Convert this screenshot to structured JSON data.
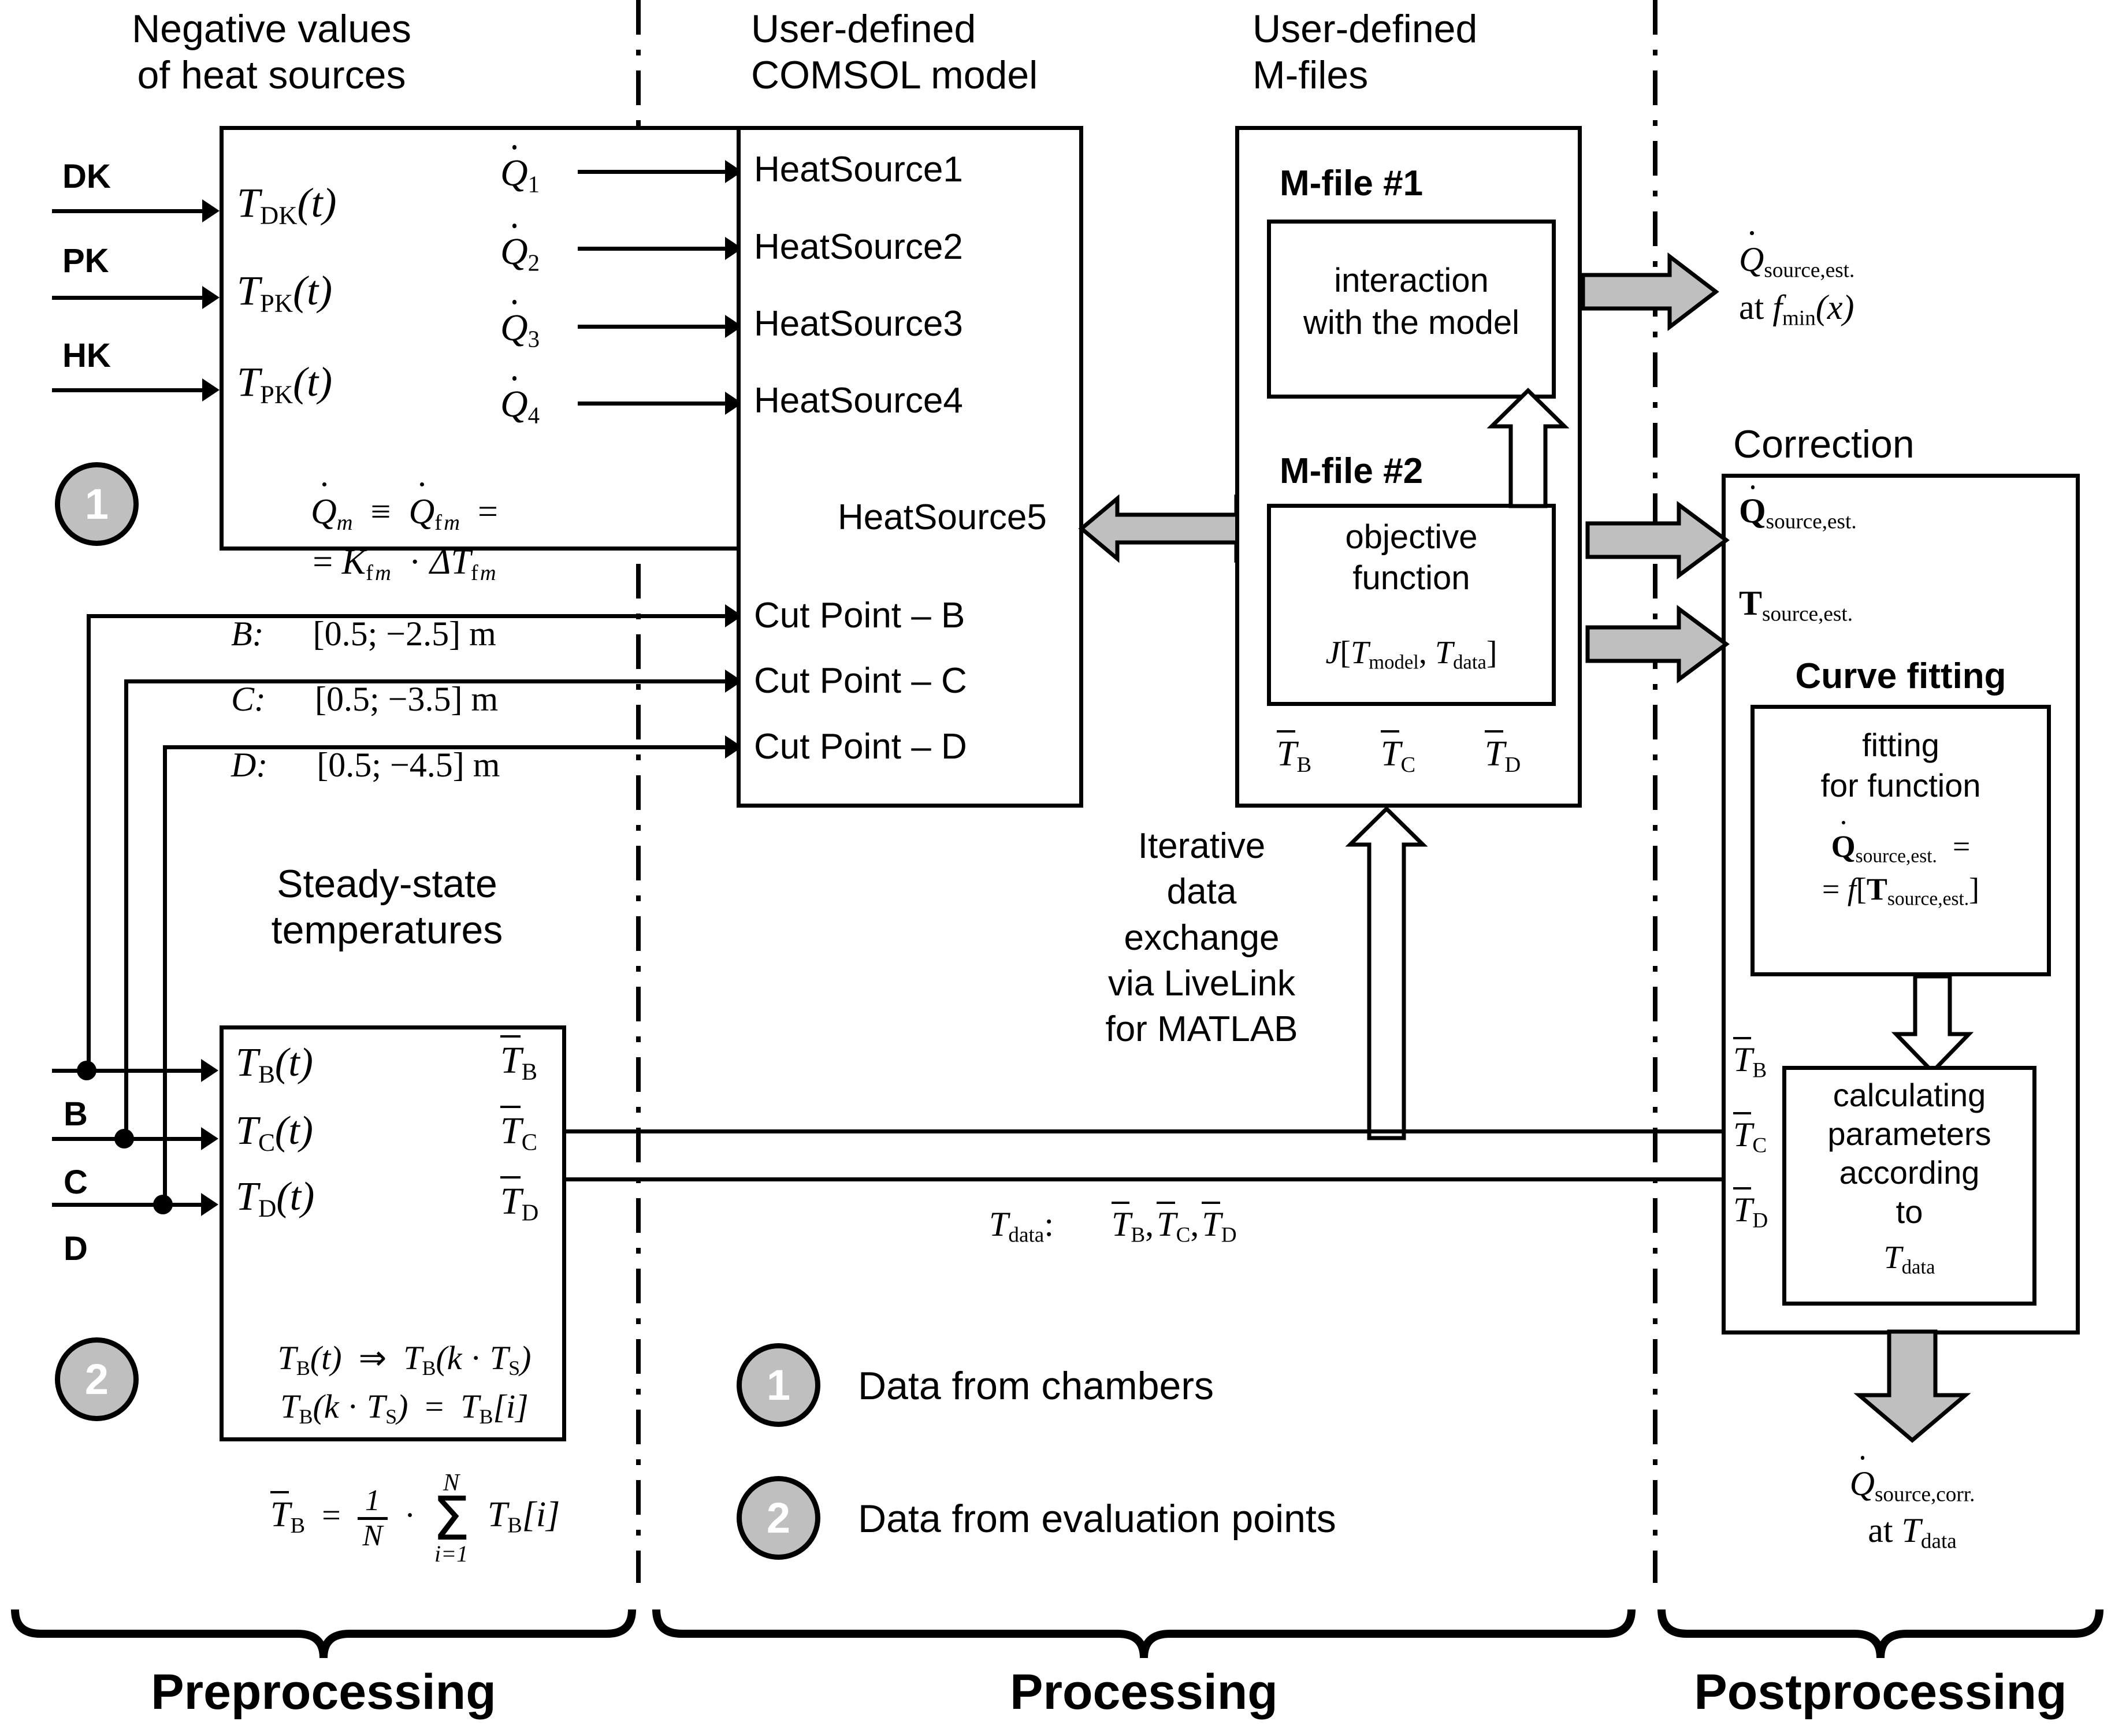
{
  "columns": {
    "preprocessing": "Preprocessing",
    "processing": "Processing",
    "postprocessing": "Postprocessing"
  },
  "preprocessing": {
    "heat_box_title_line1": "Negative values",
    "heat_box_title_line2": "of heat sources",
    "inputs": [
      "DK",
      "PK",
      "HK"
    ],
    "input_signals": [
      "T_DK(t)",
      "T_PK(t)",
      "T_PK(t)"
    ],
    "outputs": [
      "Q̇1",
      "Q̇2",
      "Q̇3",
      "Q̇4"
    ],
    "formula_line1": "Q̇m ≡ Q̇f_m =",
    "formula_line2": "= Kf_m · ΔTf_m",
    "cut_coords": [
      {
        "label": "B:",
        "value": "[0.5; −2.5] m"
      },
      {
        "label": "C:",
        "value": "[0.5; −3.5] m"
      },
      {
        "label": "D:",
        "value": "[0.5; −4.5] m"
      }
    ],
    "temp_box_title_line1": "Steady-state",
    "temp_box_title_line2": "temperatures",
    "temp_inputs": [
      "B",
      "C",
      "D"
    ],
    "temp_signals": [
      "T_B(t)",
      "T_C(t)",
      "T_D(t)"
    ],
    "temp_outputs": [
      "T̄B",
      "T̄C",
      "T̄D"
    ],
    "marker1": "1",
    "marker2": "2",
    "formula2_line1": "T_B(t) ⇒ T_B(k · T_S)",
    "formula2_line2": "T_B(k · T_S) = T_B[i]",
    "formula2_line3": "T̄B = (1/N) · Σ_{i=1}^{N} T_B[i]",
    "sum_upper": "N",
    "sum_lower": "i=1",
    "frac_num": "1",
    "frac_den": "N"
  },
  "processing": {
    "comsol_title_line1": "User-defined",
    "comsol_title_line2": "COMSOL model",
    "heat_sources": [
      "HeatSource1",
      "HeatSource2",
      "HeatSource3",
      "HeatSource4"
    ],
    "heat_source5": "HeatSource5",
    "cut_points": [
      "Cut Point – B",
      "Cut Point – C",
      "Cut Point – D"
    ],
    "mfiles_title_line1": "User-defined",
    "mfiles_title_line2": "M-files",
    "mfile1_title": "M-file #1",
    "mfile1_body_line1": "interaction",
    "mfile1_body_line2": "with the model",
    "mfile2_title": "M-file #2",
    "mfile2_body_line1": "objective",
    "mfile2_body_line2": "function",
    "mfile2_formula": "J[T_model, T_data]",
    "mfile2_outputs": [
      "T̄B",
      "T̄C",
      "T̄D"
    ],
    "exchange_text": [
      "Iterative",
      "data",
      "exchange",
      "via LiveLink",
      "for MATLAB"
    ],
    "tdata_label": "T_data:",
    "tdata_value": "T̄B, T̄C, T̄D",
    "legend": [
      {
        "num": "1",
        "text": "Data from chambers"
      },
      {
        "num": "2",
        "text": "Data from evaluation points"
      }
    ]
  },
  "postprocessing": {
    "out_top_line1": "Q̇source,est.",
    "out_top_line2": "at fmin(x)",
    "correction_title": "Correction",
    "correction_in1": "Q̇source,est.",
    "correction_in2": "Tsource,est.",
    "curve_fitting_title": "Curve fitting",
    "fitting_line1": "fitting",
    "fitting_line2": "for function",
    "fitting_formula_line1": "Q̇source,est. =",
    "fitting_formula_line2": "= f[Tsource,est.]",
    "calc_lines": [
      "calculating",
      "parameters",
      "according",
      "to"
    ],
    "calc_formula": "T_data",
    "side_temps": [
      "T̄B",
      "T̄C",
      "T̄D"
    ],
    "out_bottom_line1": "Q̇source,corr.",
    "out_bottom_line2": "at T_data"
  },
  "colors": {
    "gray_arrow": "#bfbfbf",
    "line": "#000000",
    "background": "#ffffff"
  }
}
